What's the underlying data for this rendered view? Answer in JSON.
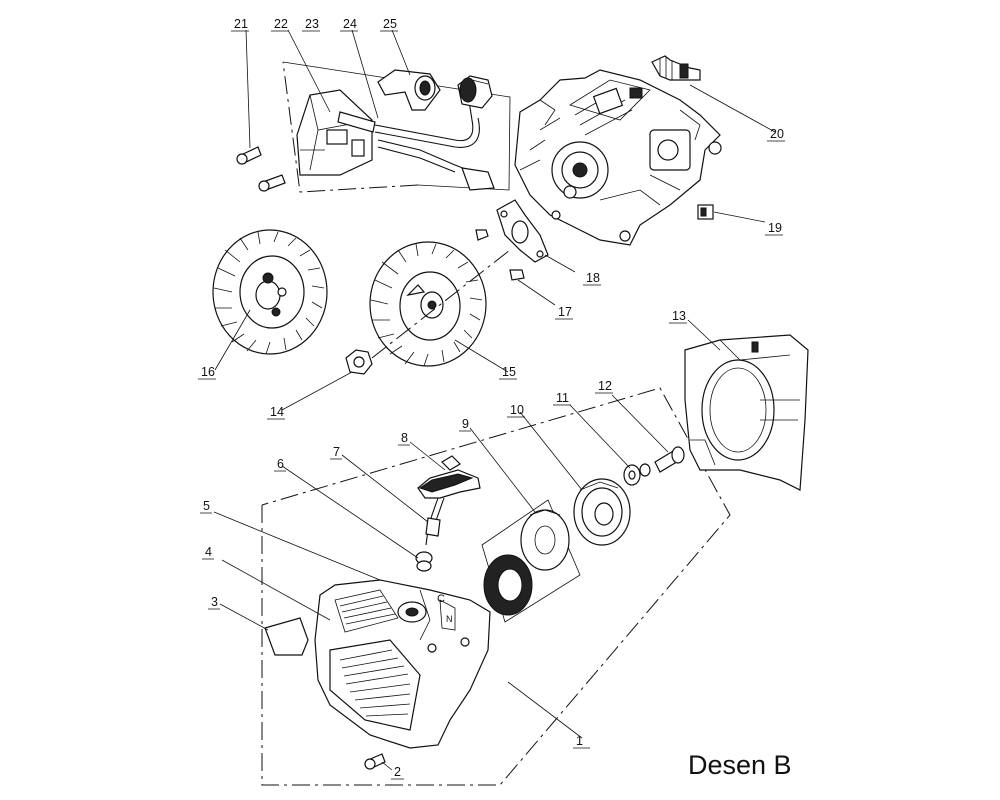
{
  "labels": {
    "c1": "1",
    "c2": "2",
    "c3": "3",
    "c4": "4",
    "c5": "5",
    "c6": "6",
    "c7": "7",
    "c8": "8",
    "c9": "9",
    "c10": "10",
    "c11": "11",
    "c12": "12",
    "c13": "13",
    "c14": "14",
    "c15": "15",
    "c16": "16",
    "c17": "17",
    "c18": "18",
    "c19": "19",
    "c20": "20",
    "c21": "21",
    "c22": "22",
    "c23": "23",
    "c24": "24",
    "c25": "25"
  },
  "caption": "Desen B"
}
